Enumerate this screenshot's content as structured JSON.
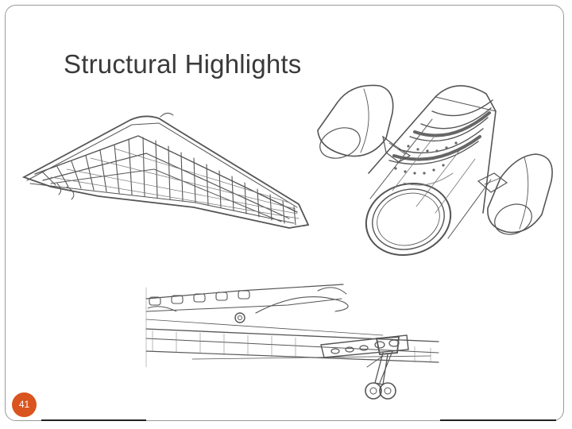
{
  "slide": {
    "title": "Structural Highlights",
    "page_number": "41",
    "accent_color": "#d9541e"
  },
  "illustrations": [
    {
      "name": "wing-structure-sketch",
      "subject": "wing spar and rib framework"
    },
    {
      "name": "fuselage-engine-sketch",
      "subject": "fuselage section with two engine nacelles"
    },
    {
      "name": "landing-gear-sketch",
      "subject": "lower fuselage with landing gear"
    }
  ]
}
